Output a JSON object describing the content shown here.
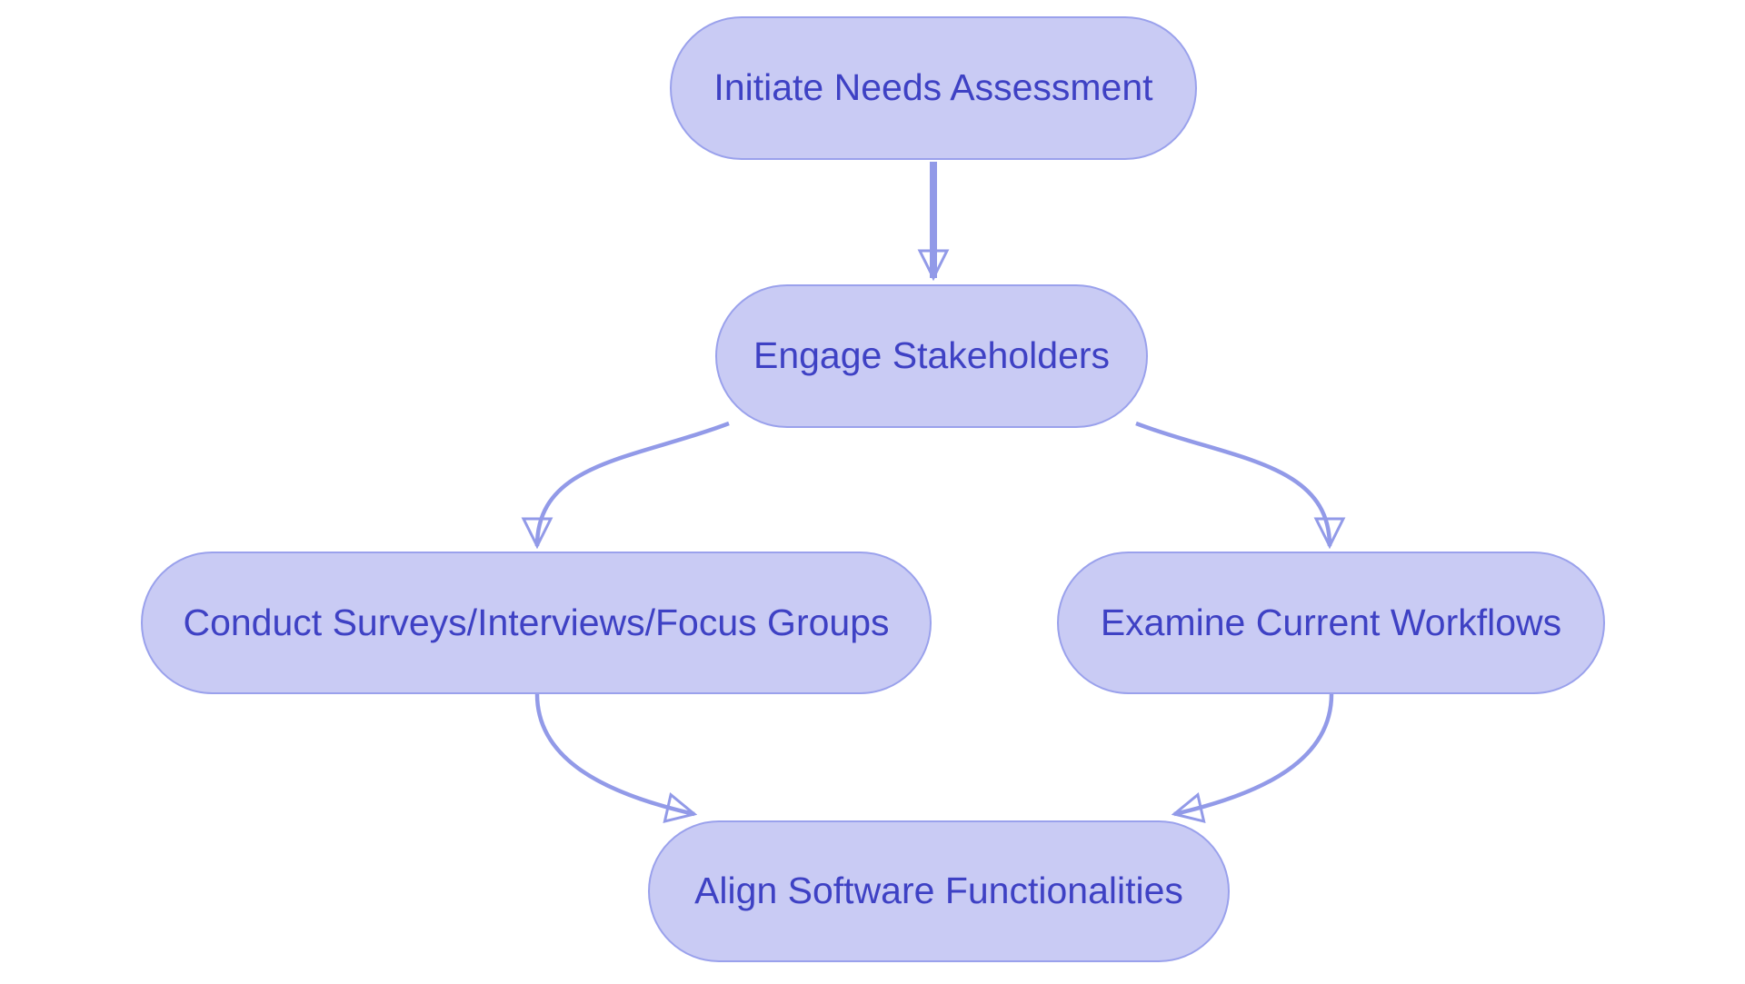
{
  "diagram": {
    "type": "flowchart",
    "direction": "top-down",
    "colors": {
      "bg_color": "#ffffff",
      "node_fill": "#c9cbf4",
      "node_border": "#9aa1ec",
      "edge_color": "#929ae8",
      "text_color": "#3e41c4"
    },
    "nodes": [
      {
        "id": "initiate",
        "label": "Initiate Needs Assessment"
      },
      {
        "id": "engage",
        "label": "Engage Stakeholders"
      },
      {
        "id": "surveys",
        "label": "Conduct Surveys/Interviews/Focus Groups"
      },
      {
        "id": "workflows",
        "label": "Examine Current Workflows"
      },
      {
        "id": "align",
        "label": "Align Software Functionalities"
      }
    ],
    "edges": [
      {
        "from": "initiate",
        "to": "engage"
      },
      {
        "from": "engage",
        "to": "surveys"
      },
      {
        "from": "engage",
        "to": "workflows"
      },
      {
        "from": "surveys",
        "to": "align"
      },
      {
        "from": "workflows",
        "to": "align"
      }
    ]
  }
}
